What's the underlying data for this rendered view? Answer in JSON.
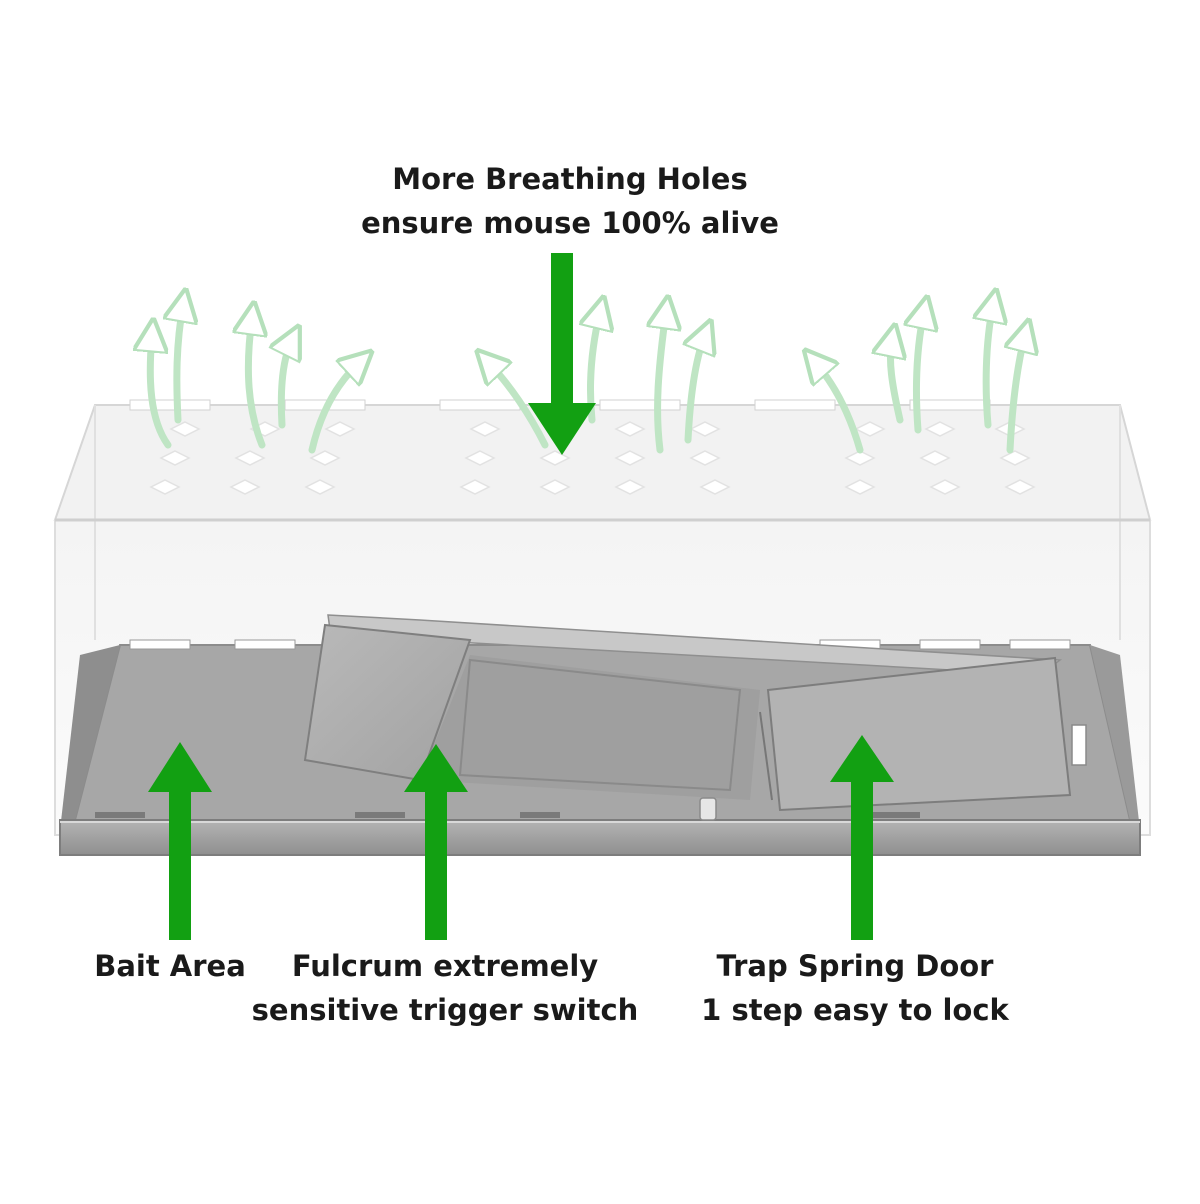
{
  "labels": {
    "breathing_line1": "More Breathing Holes",
    "breathing_line2": "ensure mouse 100% alive",
    "bait": "Bait Area",
    "fulcrum_line1": "Fulcrum extremely",
    "fulcrum_line2": "sensitive trigger switch",
    "door_line1": "Trap Spring Door",
    "door_line2": "1 step easy to lock"
  },
  "colors": {
    "arrow_green": "#12a012",
    "airflow_green": "#bfe5c4",
    "metal": "#a9a9a9",
    "acrylic_edge": "#d4d4d4"
  }
}
